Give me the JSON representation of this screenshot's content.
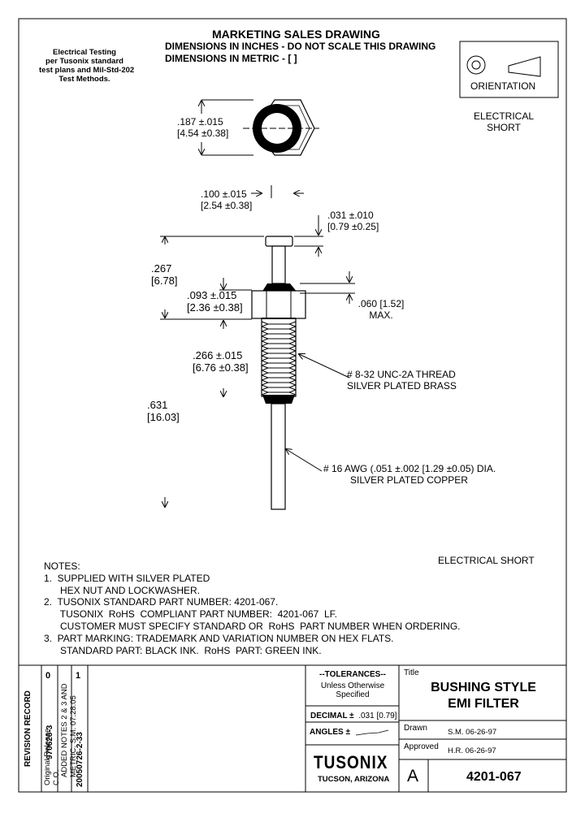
{
  "header": {
    "title": "MARKETING SALES DRAWING",
    "line1": "DIMENSIONS IN INCHES - DO NOT SCALE THIS DRAWING",
    "line2": "DIMENSIONS IN METRIC - [   ]"
  },
  "testing_note": [
    "Electrical Testing",
    "per Tusonix standard",
    "test plans and Mil-Std-202",
    "Test Methods."
  ],
  "orientation_label": "ORIENTATION",
  "electrical_short_top": [
    "ELECTRICAL",
    "SHORT"
  ],
  "electrical_short_bottom": "ELECTRICAL SHORT",
  "dimensions": {
    "hex_flats": [
      ".187 ±.015",
      "[4.54 ±0.38]"
    ],
    "pin_dia": [
      ".100 ±.015",
      "[2.54 ±0.38]"
    ],
    "head_thk": [
      ".031 ±.010",
      "[0.79 ±0.25]"
    ],
    "head_to_hex": [
      ".267",
      "[6.78]"
    ],
    "hex_height": [
      ".093 ±.015",
      "[2.36 ±0.38]"
    ],
    "lockwasher": [
      ".060 [1.52]",
      "MAX."
    ],
    "thread_len": [
      ".266 ±.015",
      "[6.76 ±0.38]"
    ],
    "lead_len": [
      ".631",
      "[16.03]"
    ],
    "thread_callout": [
      "# 8-32 UNC-2A THREAD",
      "SILVER PLATED BRASS"
    ],
    "wire_callout": [
      "# 16 AWG (.051 ±.002 [1.29 ±0.05) DIA.",
      "SILVER PLATED COPPER"
    ]
  },
  "notes": [
    "NOTES:",
    "1.  SUPPLIED WITH SILVER PLATED",
    "      HEX NUT AND LOCKWASHER.",
    "2.  TUSONIX STANDARD PART NUMBER: 4201-067.",
    "      TUSONIX  RoHS  COMPLIANT PART NUMBER:  4201-067  LF.",
    "      CUSTOMER MUST SPECIFY STANDARD OR  RoHS  PART NUMBER WHEN ORDERING.",
    "3.  PART MARKING: TRADEMARK AND VARIATION NUMBER ON HEX FLATS.",
    "      STANDARD PART: BLACK INK.  RoHS  PART: GREEN INK."
  ],
  "revision": {
    "label": "REVISION RECORD",
    "rev0_num": "0",
    "rev0_desc": [
      "Original Release",
      "C.O."
    ],
    "rev0_co": "970626-3",
    "rev1_num": "1",
    "rev1_desc": [
      "ADDED NOTES 2 & 3 AND",
      "METRIC. S.M. 07.28.05"
    ],
    "rev1_co": "20050726-2-33"
  },
  "tolerances": {
    "title": "--TOLERANCES--",
    "sub1": "Unless Otherwise",
    "sub2": "Specified",
    "decimal_label": "DECIMAL ±",
    "decimal_value": ".031 [0.79]",
    "angles_label": "ANGLES ±"
  },
  "company": {
    "name": "TUSONIX",
    "location": "TUCSON, ARIZONA"
  },
  "title_block": {
    "title_label": "Title",
    "title": [
      "BUSHING STYLE",
      "EMI FILTER"
    ],
    "drawn_label": "Drawn",
    "drawn_value": "S.M. 06-26-97",
    "approved_label": "Approved",
    "approved_value": "H.R. 06-26-97",
    "size": "A",
    "part_number": "4201-067"
  }
}
